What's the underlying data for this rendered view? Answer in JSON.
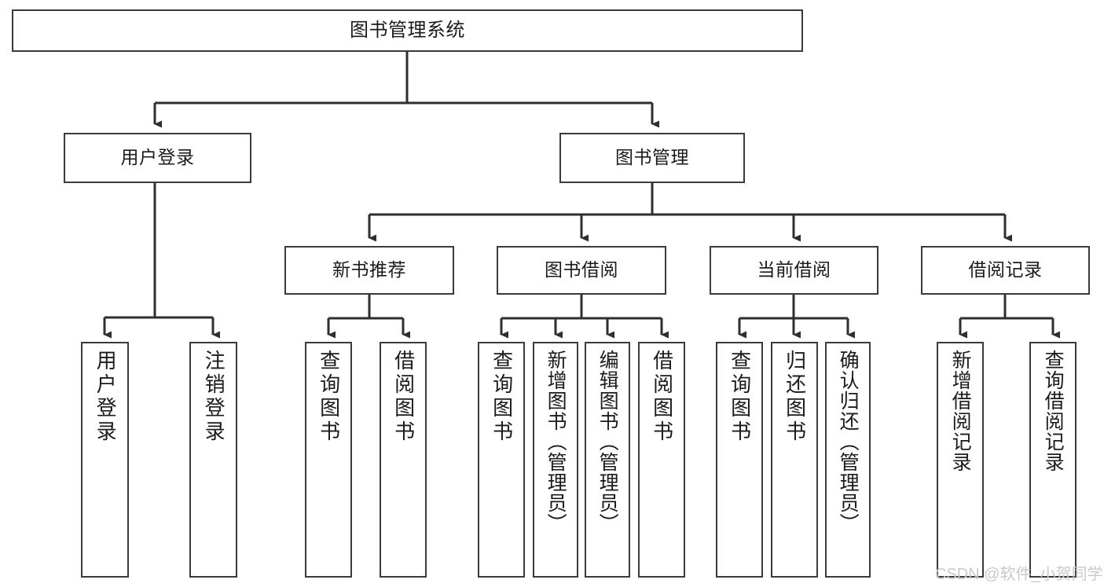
{
  "diagram": {
    "title": "图书管理系统",
    "type": "tree-structure-chart",
    "colors": {
      "node_border": "#3a3a3a",
      "node_fill": "#ffffff",
      "edge": "#2f2f2f",
      "text": "#1b1b1b",
      "watermark": "#c9c9c9",
      "background": "#ffffff"
    }
  },
  "nodes": {
    "root": {
      "label": "图书管理系统"
    },
    "level2": [
      {
        "id": "user-login",
        "label": "用户登录"
      },
      {
        "id": "book-management",
        "label": "图书管理"
      }
    ],
    "level3": [
      {
        "id": "new-book-recommend",
        "label": "新书推荐"
      },
      {
        "id": "book-borrow",
        "label": "图书借阅"
      },
      {
        "id": "current-borrow",
        "label": "当前借阅"
      },
      {
        "id": "borrow-record",
        "label": "借阅记录"
      }
    ],
    "leaves": {
      "user-login": [
        {
          "id": "leaf-user-login",
          "label": "用户登录"
        },
        {
          "id": "leaf-logout-login",
          "label": "注销登录"
        }
      ],
      "new-book-recommend": [
        {
          "id": "leaf-query-book-1",
          "label": "查询图书"
        },
        {
          "id": "leaf-borrow-book-1",
          "label": "借阅图书"
        }
      ],
      "book-borrow": [
        {
          "id": "leaf-query-book-2",
          "label": "查询图书"
        },
        {
          "id": "leaf-add-book",
          "label": "新增图书（管理员）"
        },
        {
          "id": "leaf-edit-book",
          "label": "编辑图书（管理员）"
        },
        {
          "id": "leaf-borrow-book-2",
          "label": "借阅图书"
        }
      ],
      "current-borrow": [
        {
          "id": "leaf-query-book-3",
          "label": "查询图书"
        },
        {
          "id": "leaf-return-book",
          "label": "归还图书"
        },
        {
          "id": "leaf-confirm-return",
          "label": "确认归还（管理员）"
        }
      ],
      "borrow-record": [
        {
          "id": "leaf-add-record",
          "label": "新增借阅记录"
        },
        {
          "id": "leaf-query-record",
          "label": "查询借阅记录"
        }
      ]
    }
  },
  "watermark": {
    "text": "CSDN @软件_小贺同学"
  }
}
